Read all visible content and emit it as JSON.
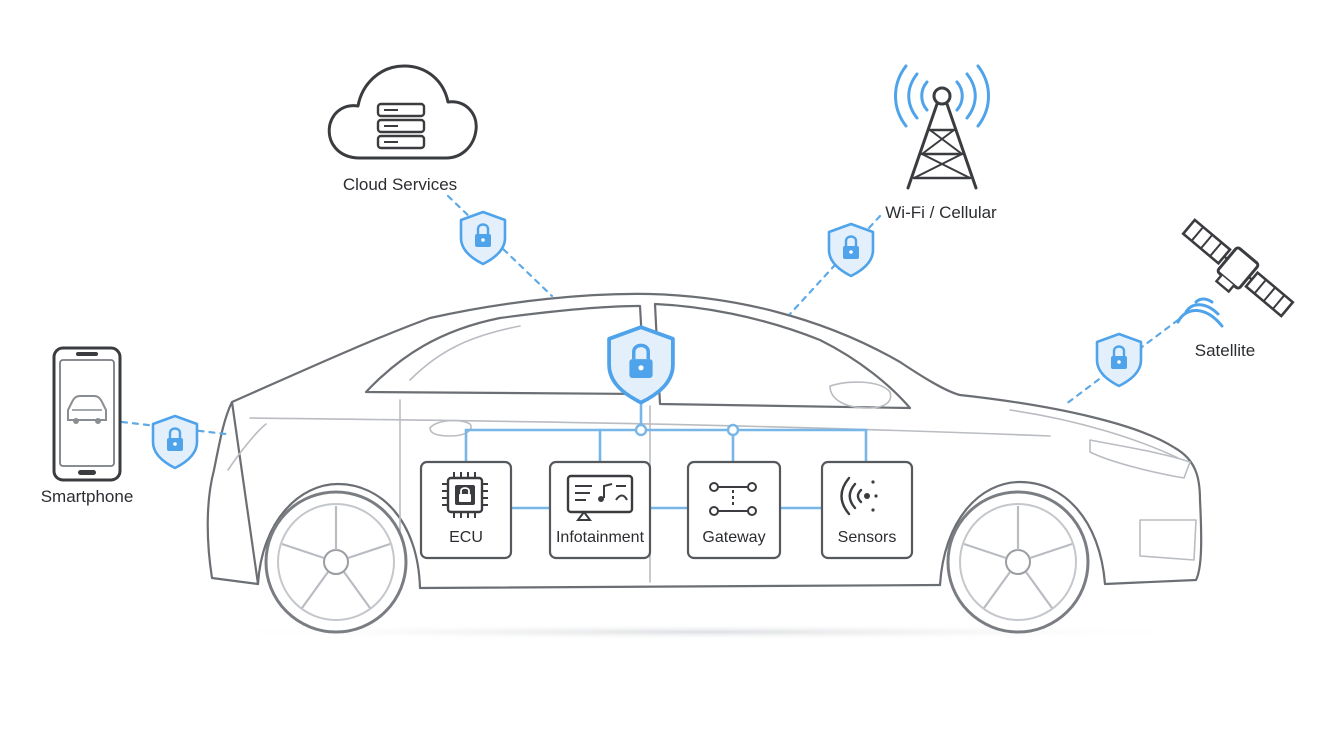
{
  "colors": {
    "accent": "#4ea3ea",
    "shield_fill": "#e3f0fb",
    "line": "#3a3c40",
    "car_outline": "#6b6e73"
  },
  "external_nodes": [
    {
      "id": "cloud",
      "label": "Cloud Services",
      "icon": "cloud-server-icon"
    },
    {
      "id": "cellular",
      "label": "Wi-Fi / Cellular",
      "icon": "cell-tower-icon"
    },
    {
      "id": "satellite",
      "label": "Satellite",
      "icon": "satellite-icon"
    },
    {
      "id": "smartphone",
      "label": "Smartphone",
      "icon": "smartphone-icon"
    }
  ],
  "ecu_modules": [
    {
      "id": "ecu",
      "label": "ECU",
      "icon": "chip-lock-icon"
    },
    {
      "id": "infotainment",
      "label": "Infotainment",
      "icon": "media-screen-icon"
    },
    {
      "id": "gateway",
      "label": "Gateway",
      "icon": "network-gateway-icon"
    },
    {
      "id": "sensors",
      "label": "Sensors",
      "icon": "radar-sensor-icon"
    }
  ],
  "security_icons": [
    "shield-lock-icon"
  ]
}
